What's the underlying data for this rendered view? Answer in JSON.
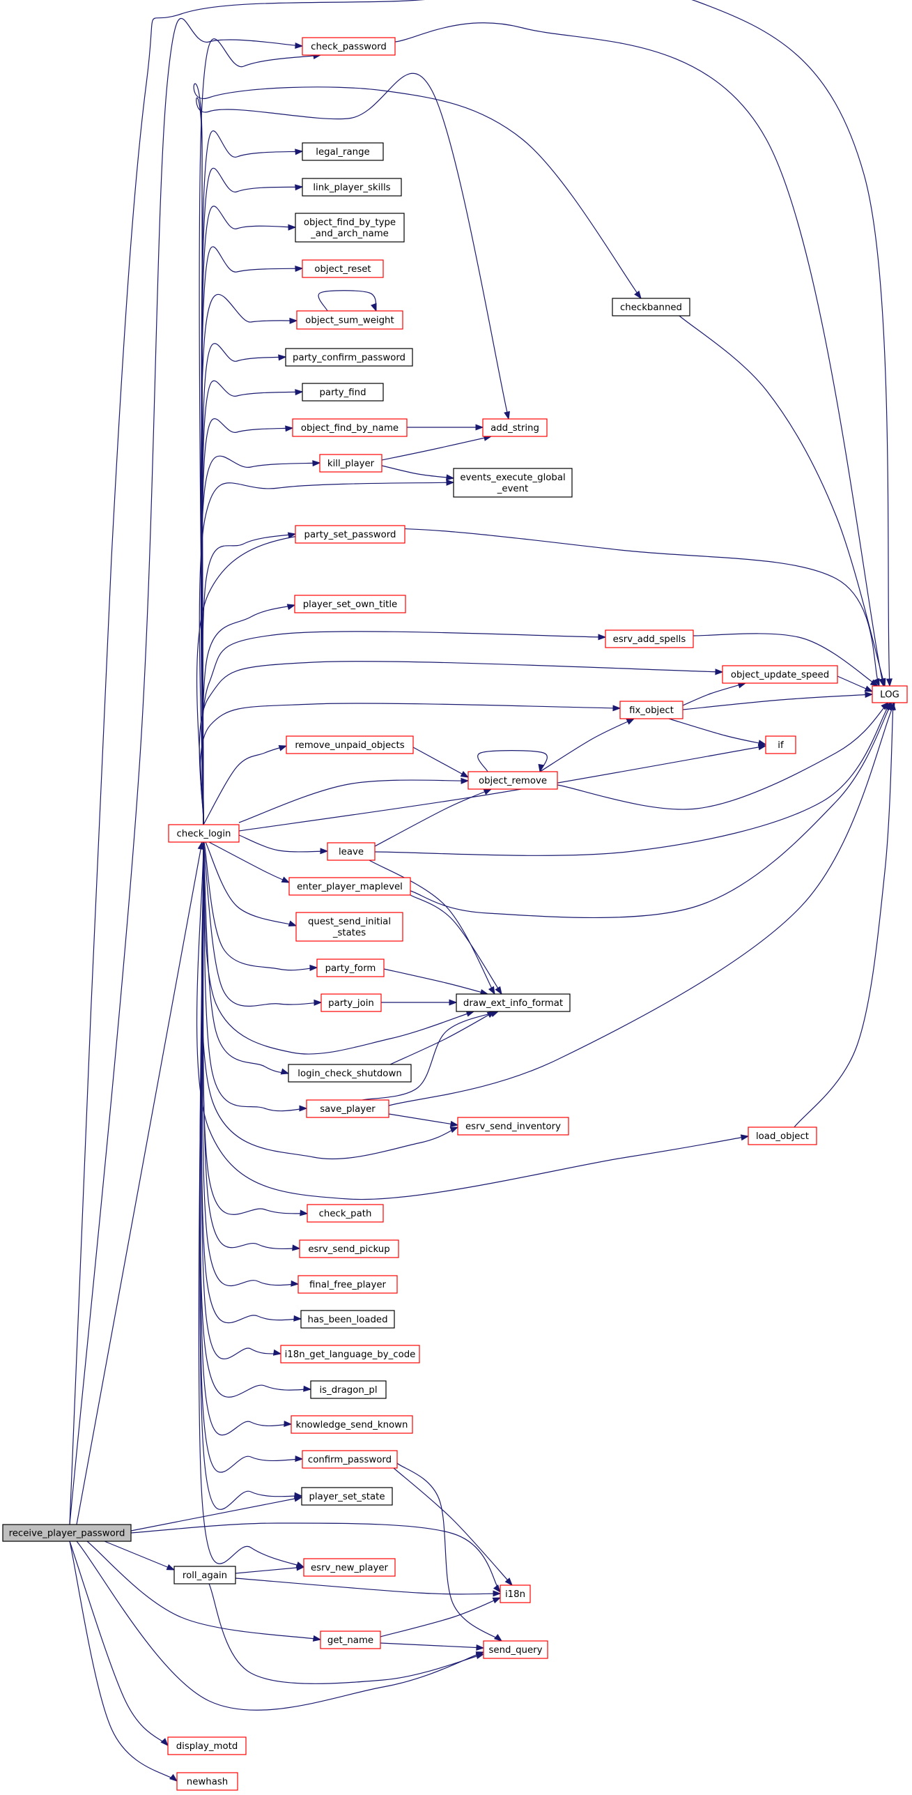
{
  "colors": {
    "edge": "#191970",
    "root_fill": "#bfbfbf",
    "link_border": "#ff0000",
    "plain_border": "#000000",
    "node_fill": "#ffffff"
  },
  "nodes": {
    "receive_player_password": {
      "lines": [
        "receive_player_password"
      ],
      "kind": "root"
    },
    "check_password": {
      "lines": [
        "check_password"
      ],
      "kind": "link"
    },
    "LOG": {
      "lines": [
        "LOG"
      ],
      "kind": "link"
    },
    "legal_range": {
      "lines": [
        "legal_range"
      ],
      "kind": "plain"
    },
    "link_player_skills": {
      "lines": [
        "link_player_skills"
      ],
      "kind": "plain"
    },
    "object_find_by_type_and_arch_name": {
      "lines": [
        "object_find_by_type",
        "_and_arch_name"
      ],
      "kind": "plain"
    },
    "object_reset": {
      "lines": [
        "object_reset"
      ],
      "kind": "link"
    },
    "object_sum_weight": {
      "lines": [
        "object_sum_weight"
      ],
      "kind": "link"
    },
    "party_confirm_password": {
      "lines": [
        "party_confirm_password"
      ],
      "kind": "plain"
    },
    "party_find": {
      "lines": [
        "party_find"
      ],
      "kind": "plain"
    },
    "object_find_by_name": {
      "lines": [
        "object_find_by_name"
      ],
      "kind": "link"
    },
    "add_string": {
      "lines": [
        "add_string"
      ],
      "kind": "link"
    },
    "kill_player": {
      "lines": [
        "kill_player"
      ],
      "kind": "link"
    },
    "events_execute_global_event": {
      "lines": [
        "events_execute_global",
        "_event"
      ],
      "kind": "plain"
    },
    "party_set_password": {
      "lines": [
        "party_set_password"
      ],
      "kind": "link"
    },
    "player_set_own_title": {
      "lines": [
        "player_set_own_title"
      ],
      "kind": "link"
    },
    "esrv_add_spells": {
      "lines": [
        "esrv_add_spells"
      ],
      "kind": "link"
    },
    "object_update_speed": {
      "lines": [
        "object_update_speed"
      ],
      "kind": "link"
    },
    "fix_object": {
      "lines": [
        "fix_object"
      ],
      "kind": "link"
    },
    "if": {
      "lines": [
        "if"
      ],
      "kind": "link"
    },
    "remove_unpaid_objects": {
      "lines": [
        "remove_unpaid_objects"
      ],
      "kind": "link"
    },
    "object_remove": {
      "lines": [
        "object_remove"
      ],
      "kind": "link"
    },
    "check_login": {
      "lines": [
        "check_login"
      ],
      "kind": "link"
    },
    "leave": {
      "lines": [
        "leave"
      ],
      "kind": "link"
    },
    "enter_player_maplevel": {
      "lines": [
        "enter_player_maplevel"
      ],
      "kind": "link"
    },
    "quest_send_initial_states": {
      "lines": [
        "quest_send_initial",
        "_states"
      ],
      "kind": "link"
    },
    "party_form": {
      "lines": [
        "party_form"
      ],
      "kind": "link"
    },
    "party_join": {
      "lines": [
        "party_join"
      ],
      "kind": "link"
    },
    "draw_ext_info_format": {
      "lines": [
        "draw_ext_info_format"
      ],
      "kind": "plain"
    },
    "login_check_shutdown": {
      "lines": [
        "login_check_shutdown"
      ],
      "kind": "plain"
    },
    "save_player": {
      "lines": [
        "save_player"
      ],
      "kind": "link"
    },
    "esrv_send_inventory": {
      "lines": [
        "esrv_send_inventory"
      ],
      "kind": "link"
    },
    "load_object": {
      "lines": [
        "load_object"
      ],
      "kind": "link"
    },
    "checkbanned": {
      "lines": [
        "checkbanned"
      ],
      "kind": "plain"
    },
    "check_path": {
      "lines": [
        "check_path"
      ],
      "kind": "link"
    },
    "esrv_send_pickup": {
      "lines": [
        "esrv_send_pickup"
      ],
      "kind": "link"
    },
    "final_free_player": {
      "lines": [
        "final_free_player"
      ],
      "kind": "link"
    },
    "has_been_loaded": {
      "lines": [
        "has_been_loaded"
      ],
      "kind": "plain"
    },
    "i18n_get_language_by_code": {
      "lines": [
        "i18n_get_language_by_code"
      ],
      "kind": "link"
    },
    "is_dragon_pl": {
      "lines": [
        "is_dragon_pl"
      ],
      "kind": "plain"
    },
    "knowledge_send_known": {
      "lines": [
        "knowledge_send_known"
      ],
      "kind": "link"
    },
    "confirm_password": {
      "lines": [
        "confirm_password"
      ],
      "kind": "link"
    },
    "player_set_state": {
      "lines": [
        "player_set_state"
      ],
      "kind": "plain"
    },
    "roll_again": {
      "lines": [
        "roll_again"
      ],
      "kind": "plain"
    },
    "esrv_new_player": {
      "lines": [
        "esrv_new_player"
      ],
      "kind": "link"
    },
    "i18n": {
      "lines": [
        "i18n"
      ],
      "kind": "link"
    },
    "get_name": {
      "lines": [
        "get_name"
      ],
      "kind": "link"
    },
    "send_query": {
      "lines": [
        "send_query"
      ],
      "kind": "link"
    },
    "display_motd": {
      "lines": [
        "display_motd"
      ],
      "kind": "link"
    },
    "newhash": {
      "lines": [
        "newhash"
      ],
      "kind": "link"
    }
  },
  "edges": [
    [
      "receive_player_password",
      "check_password"
    ],
    [
      "receive_player_password",
      "LOG"
    ],
    [
      "receive_player_password",
      "check_login"
    ],
    [
      "receive_player_password",
      "player_set_state"
    ],
    [
      "receive_player_password",
      "i18n"
    ],
    [
      "receive_player_password",
      "roll_again"
    ],
    [
      "receive_player_password",
      "get_name"
    ],
    [
      "receive_player_password",
      "send_query"
    ],
    [
      "receive_player_password",
      "display_motd"
    ],
    [
      "receive_player_password",
      "newhash"
    ],
    [
      "check_password",
      "LOG"
    ],
    [
      "check_login",
      "check_password"
    ],
    [
      "check_login",
      "add_string"
    ],
    [
      "check_login",
      "checkbanned"
    ],
    [
      "check_login",
      "legal_range"
    ],
    [
      "check_login",
      "link_player_skills"
    ],
    [
      "check_login",
      "object_find_by_type_and_arch_name"
    ],
    [
      "check_login",
      "object_reset"
    ],
    [
      "check_login",
      "object_sum_weight"
    ],
    [
      "check_login",
      "party_confirm_password"
    ],
    [
      "check_login",
      "party_find"
    ],
    [
      "check_login",
      "object_find_by_name"
    ],
    [
      "check_login",
      "kill_player"
    ],
    [
      "check_login",
      "events_execute_global_event"
    ],
    [
      "check_login",
      "party_set_password"
    ],
    [
      "check_login",
      "LOG"
    ],
    [
      "check_login",
      "player_set_own_title"
    ],
    [
      "check_login",
      "esrv_add_spells"
    ],
    [
      "check_login",
      "object_update_speed"
    ],
    [
      "check_login",
      "fix_object"
    ],
    [
      "check_login",
      "remove_unpaid_objects"
    ],
    [
      "check_login",
      "object_remove"
    ],
    [
      "check_login",
      "if"
    ],
    [
      "check_login",
      "leave"
    ],
    [
      "check_login",
      "enter_player_maplevel"
    ],
    [
      "check_login",
      "quest_send_initial_states"
    ],
    [
      "check_login",
      "party_form"
    ],
    [
      "check_login",
      "party_join"
    ],
    [
      "check_login",
      "draw_ext_info_format"
    ],
    [
      "check_login",
      "login_check_shutdown"
    ],
    [
      "check_login",
      "save_player"
    ],
    [
      "check_login",
      "esrv_send_inventory"
    ],
    [
      "check_login",
      "load_object"
    ],
    [
      "check_login",
      "check_path"
    ],
    [
      "check_login",
      "esrv_send_pickup"
    ],
    [
      "check_login",
      "final_free_player"
    ],
    [
      "check_login",
      "has_been_loaded"
    ],
    [
      "check_login",
      "i18n_get_language_by_code"
    ],
    [
      "check_login",
      "is_dragon_pl"
    ],
    [
      "check_login",
      "knowledge_send_known"
    ],
    [
      "check_login",
      "confirm_password"
    ],
    [
      "check_login",
      "player_set_state"
    ],
    [
      "check_login",
      "esrv_new_player"
    ],
    [
      "object_sum_weight",
      "object_sum_weight"
    ],
    [
      "object_find_by_name",
      "add_string"
    ],
    [
      "kill_player",
      "add_string"
    ],
    [
      "kill_player",
      "events_execute_global_event"
    ],
    [
      "checkbanned",
      "LOG"
    ],
    [
      "esrv_add_spells",
      "LOG"
    ],
    [
      "object_update_speed",
      "LOG"
    ],
    [
      "fix_object",
      "object_update_speed"
    ],
    [
      "fix_object",
      "LOG"
    ],
    [
      "fix_object",
      "if"
    ],
    [
      "remove_unpaid_objects",
      "object_remove"
    ],
    [
      "object_remove",
      "object_remove"
    ],
    [
      "object_remove",
      "fix_object"
    ],
    [
      "object_remove",
      "LOG"
    ],
    [
      "leave",
      "object_remove"
    ],
    [
      "leave",
      "LOG"
    ],
    [
      "leave",
      "draw_ext_info_format"
    ],
    [
      "enter_player_maplevel",
      "LOG"
    ],
    [
      "enter_player_maplevel",
      "draw_ext_info_format"
    ],
    [
      "party_form",
      "draw_ext_info_format"
    ],
    [
      "party_join",
      "draw_ext_info_format"
    ],
    [
      "login_check_shutdown",
      "draw_ext_info_format"
    ],
    [
      "save_player",
      "draw_ext_info_format"
    ],
    [
      "save_player",
      "LOG"
    ],
    [
      "save_player",
      "esrv_send_inventory"
    ],
    [
      "load_object",
      "LOG"
    ],
    [
      "confirm_password",
      "i18n"
    ],
    [
      "confirm_password",
      "send_query"
    ],
    [
      "roll_again",
      "esrv_new_player"
    ],
    [
      "roll_again",
      "i18n"
    ],
    [
      "roll_again",
      "send_query"
    ],
    [
      "get_name",
      "i18n"
    ],
    [
      "get_name",
      "send_query"
    ]
  ]
}
